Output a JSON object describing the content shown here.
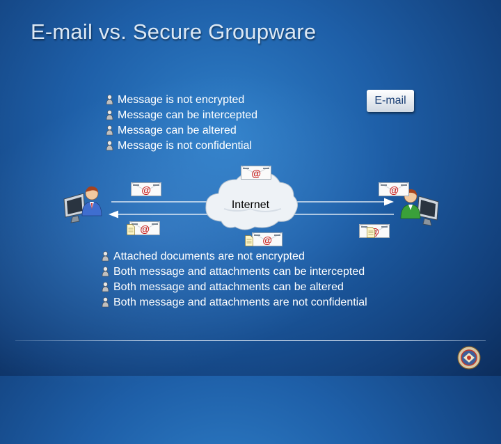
{
  "slide": {
    "title": "E-mail vs. Secure Groupware"
  },
  "email_section": {
    "badge_label": "E-mail",
    "bullets": [
      "Message is not encrypted",
      "Message can be intercepted",
      "Message can be altered",
      "Message  is not confidential"
    ]
  },
  "diagram": {
    "cloud_label": "Internet",
    "icons": {
      "sender": "user-computer-icon",
      "recipient": "user-computer-icon",
      "message": "email-envelope-icon",
      "attachment": "document-icon"
    }
  },
  "attachment_section": {
    "bullets": [
      "Attached documents are not encrypted",
      "Both message  and attachments can be intercepted",
      "Both message  and attachments can be altered",
      "Both message  and attachments are not confidential"
    ]
  },
  "colors": {
    "background": "#1e5fa8",
    "text": "#ffffff",
    "title": "#dce8f4",
    "badge_text": "#1a3f75"
  }
}
